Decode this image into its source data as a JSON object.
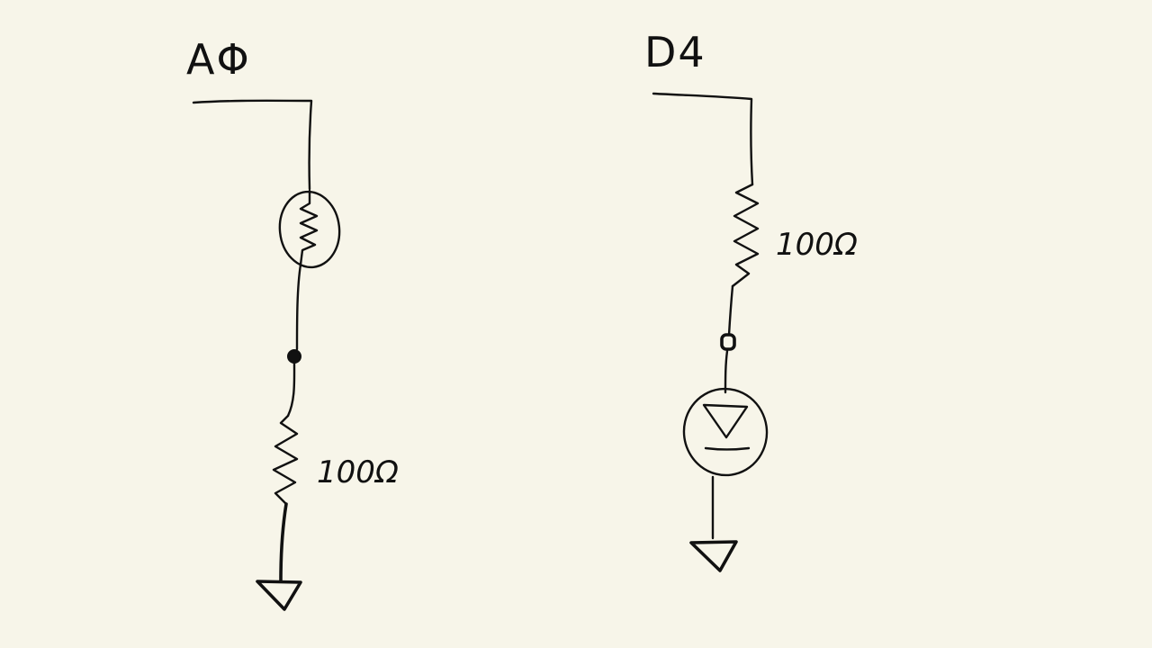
{
  "colors": {
    "background": "#f7f5e9",
    "ink": "#111111"
  },
  "circuits": [
    {
      "pin_label": "AΦ",
      "components": [
        {
          "type": "photoresistor",
          "icon": "photoresistor-icon"
        },
        {
          "type": "resistor",
          "value_label": "100Ω"
        },
        {
          "type": "ground",
          "icon": "ground-icon"
        }
      ]
    },
    {
      "pin_label": "D4",
      "components": [
        {
          "type": "resistor",
          "value_label": "100Ω"
        },
        {
          "type": "led",
          "icon": "led-diode-icon"
        },
        {
          "type": "ground",
          "icon": "ground-icon"
        }
      ]
    }
  ]
}
